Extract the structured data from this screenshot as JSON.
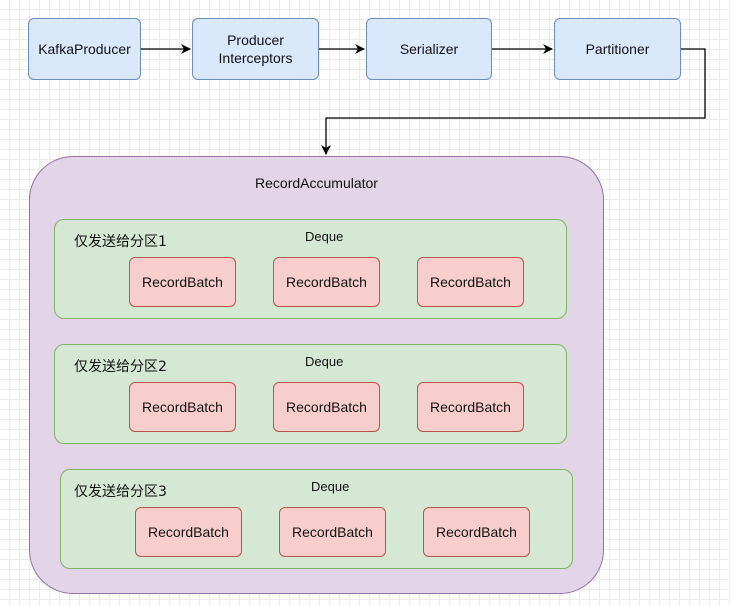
{
  "colors": {
    "process_fill": "#dae8fc",
    "process_border": "#6c8ebf",
    "accumulator_fill": "#e1d5e7",
    "accumulator_border": "#9673a6",
    "deque_fill": "#d5e8d4",
    "deque_border": "#82b366",
    "batch_fill": "#f8cecc",
    "batch_border": "#b85450"
  },
  "flow": {
    "kafka_producer": "KafkaProducer",
    "interceptors_line1": "Producer",
    "interceptors_line2": "Interceptors",
    "serializer": "Serializer",
    "partitioner": "Partitioner"
  },
  "accumulator": {
    "title": "RecordAccumulator",
    "deques": [
      {
        "name": "仅发送给分区1",
        "label": "Deque",
        "batches": [
          "RecordBatch",
          "RecordBatch",
          "RecordBatch"
        ]
      },
      {
        "name": "仅发送给分区2",
        "label": "Deque",
        "batches": [
          "RecordBatch",
          "RecordBatch",
          "RecordBatch"
        ]
      },
      {
        "name": "仅发送给分区3",
        "label": "Deque",
        "batches": [
          "RecordBatch",
          "RecordBatch",
          "RecordBatch"
        ]
      }
    ]
  }
}
